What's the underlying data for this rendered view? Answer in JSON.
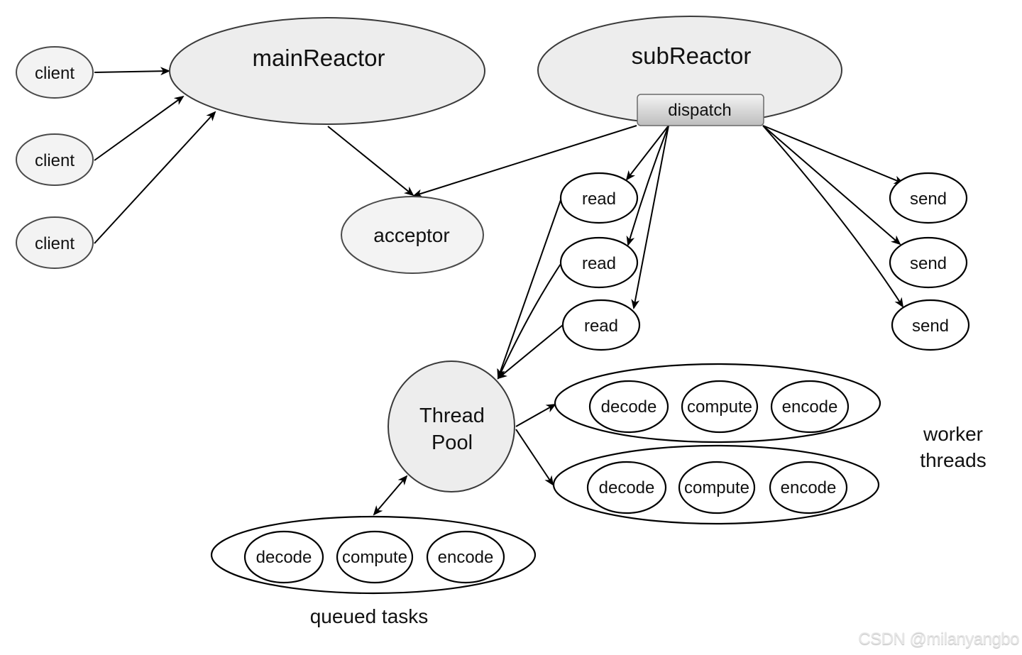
{
  "diagram": {
    "nodes": {
      "client1": "client",
      "client2": "client",
      "client3": "client",
      "mainReactor": "mainReactor",
      "subReactor": "subReactor",
      "dispatch": "dispatch",
      "acceptor": "acceptor",
      "read1": "read",
      "read2": "read",
      "read3": "read",
      "send1": "send",
      "send2": "send",
      "send3": "send",
      "threadPool": [
        "Thread",
        "Pool"
      ]
    },
    "worker_groups": [
      {
        "tasks": [
          "decode",
          "compute",
          "encode"
        ]
      },
      {
        "tasks": [
          "decode",
          "compute",
          "encode"
        ]
      }
    ],
    "queue_group": {
      "tasks": [
        "decode",
        "compute",
        "encode"
      ]
    },
    "labels": {
      "worker_threads": [
        "worker",
        "threads"
      ],
      "queued_tasks": "queued tasks"
    },
    "edges": [
      {
        "from": "client1",
        "to": "mainReactor"
      },
      {
        "from": "client2",
        "to": "mainReactor"
      },
      {
        "from": "client3",
        "to": "mainReactor"
      },
      {
        "from": "mainReactor",
        "to": "acceptor"
      },
      {
        "from": "dispatch",
        "to": "acceptor"
      },
      {
        "from": "dispatch",
        "to": "read1"
      },
      {
        "from": "dispatch",
        "to": "read2"
      },
      {
        "from": "dispatch",
        "to": "read3"
      },
      {
        "from": "dispatch",
        "to": "send1"
      },
      {
        "from": "dispatch",
        "to": "send2"
      },
      {
        "from": "dispatch",
        "to": "send3"
      },
      {
        "from": "read1",
        "to": "threadPool"
      },
      {
        "from": "read2",
        "to": "threadPool"
      },
      {
        "from": "read3",
        "to": "threadPool"
      },
      {
        "from": "threadPool",
        "to": "worker_group_1"
      },
      {
        "from": "threadPool",
        "to": "worker_group_2"
      },
      {
        "from": "threadPool",
        "to": "queue_group",
        "bidirectional": true
      }
    ]
  },
  "watermark": "CSDN @milanyangbo"
}
